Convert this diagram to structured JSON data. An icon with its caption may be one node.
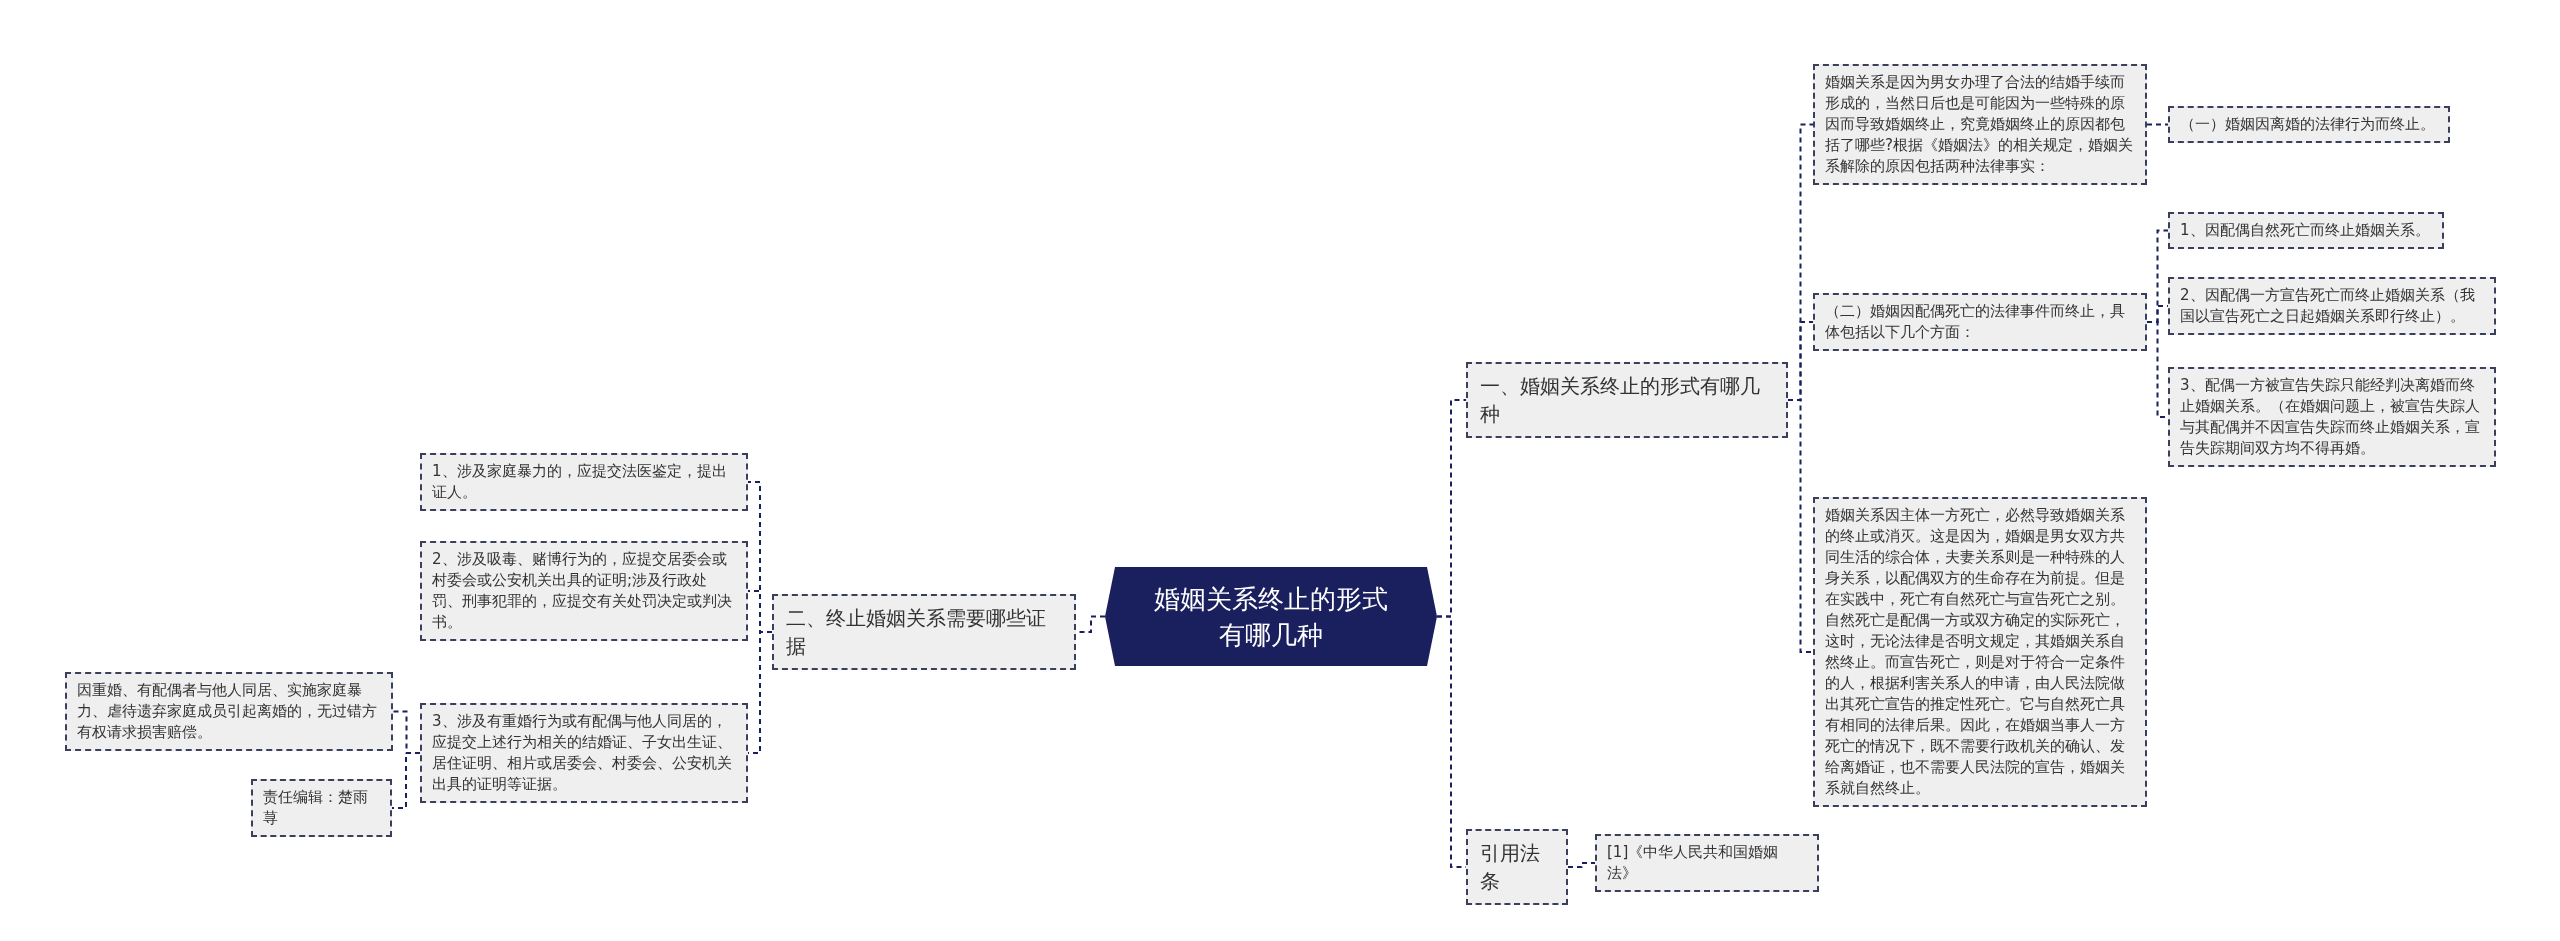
{
  "diagram": {
    "nodes": [
      {
        "text": [
          "婚姻关系终止的形式有哪几种"
        ]
      },
      {
        "text": [
          "一、婚姻关系终止的形式有哪几种"
        ]
      },
      {
        "text": [
          "婚姻关系是因为男女办理了合法的结婚手续而形成的，当然日后也是可能因为一些特殊的原因而导致婚姻终止，究竟婚姻终止的原因都包括了哪些?根据《婚姻法》的相关规定，婚姻关系解除的原因包括两种法律事实："
        ]
      },
      {
        "text": [
          "（一）婚姻因离婚的法律行为而终止。"
        ]
      },
      {
        "text": [
          "（二）婚姻因配偶死亡的法律事件而终止，具体包括以下几个方面："
        ]
      },
      {
        "text": [
          "1、因配偶自然死亡而终止婚姻关系。"
        ]
      },
      {
        "text": [
          "2、因配偶一方宣告死亡而终止婚姻关系（我国以宣告死亡之日起婚姻关系即行终止）。"
        ]
      },
      {
        "text": [
          "3、配偶一方被宣告失踪只能经判决离婚而终止婚姻关系。（在婚姻问题上，被宣告失踪人与其配偶并不因宣告失踪而终止婚姻关系，宣告失踪期间双方均不得再婚。"
        ]
      },
      {
        "text": [
          "婚姻关系因主体一方死亡，必然导致婚姻关系的终止或消灭。这是因为，婚姻是男女双方共同生活的综合体，夫妻关系则是一种特殊的人身关系，以配偶双方的生命存在为前提。但是在实践中，死亡有自然死亡与宣告死亡之别。自然死亡是配偶一方或双方确定的实际死亡，这时，无论法律是否明文规定，其婚姻关系自然终止。而宣告死亡，则是对于符合一定条件的人，根据利害关系人的申请，由人民法院做出其死亡宣告的推定性死亡。它与自然死亡具有相同的法律后果。因此，在婚姻当事人一方死亡的情况下，既不需要行政机关的确认、发给离婚证，也不需要人民法院的宣告，婚姻关系就自然终止。"
        ]
      },
      {
        "text": [
          "引用法条"
        ]
      },
      {
        "text": [
          "[1]《中华人民共和国婚姻法》"
        ]
      },
      {
        "text": [
          "二、终止婚姻关系需要哪些证据"
        ]
      },
      {
        "text": [
          "1、涉及家庭暴力的，应提交法医鉴定，提出证人。"
        ]
      },
      {
        "text": [
          "2、涉及吸毒、赌博行为的，应提交居委会或村委会或公安机关出具的证明;涉及行政处罚、刑事犯罪的，应提交有关处罚决定或判决书。"
        ]
      },
      {
        "text": [
          "3、涉及有重婚行为或有配偶与他人同居的，应提交上述行为相关的结婚证、子女出生证、居住证明、相片或居委会、村委会、公安机关出具的证明等证据。"
        ]
      },
      {
        "text": [
          "因重婚、有配偶者与他人同居、实施家庭暴力、虐待遗弃家庭成员引起离婚的，无过错方有权请求损害赔偿。"
        ]
      },
      {
        "text": [
          "责任编辑：楚雨荨"
        ]
      }
    ],
    "edges": [
      {
        "from": 0,
        "to": 1,
        "arrow": "none"
      },
      {
        "from": 1,
        "to": 2,
        "arrow": "none"
      },
      {
        "from": 2,
        "to": 3,
        "arrow": "none"
      },
      {
        "from": 1,
        "to": 4,
        "arrow": "none"
      },
      {
        "from": 4,
        "to": 5,
        "arrow": "none"
      },
      {
        "from": 4,
        "to": 6,
        "arrow": "none"
      },
      {
        "from": 4,
        "to": 7,
        "arrow": "none"
      },
      {
        "from": 1,
        "to": 8,
        "arrow": "none"
      },
      {
        "from": 0,
        "to": 9,
        "arrow": "none"
      },
      {
        "from": 9,
        "to": 10,
        "arrow": "none"
      },
      {
        "from": 0,
        "to": 11,
        "arrow": "none"
      },
      {
        "from": 11,
        "to": 12,
        "arrow": "none"
      },
      {
        "from": 11,
        "to": 13,
        "arrow": "none"
      },
      {
        "from": 11,
        "to": 14,
        "arrow": "none"
      },
      {
        "from": 14,
        "to": 15,
        "arrow": "none"
      },
      {
        "from": 14,
        "to": 16,
        "arrow": "none"
      }
    ]
  }
}
